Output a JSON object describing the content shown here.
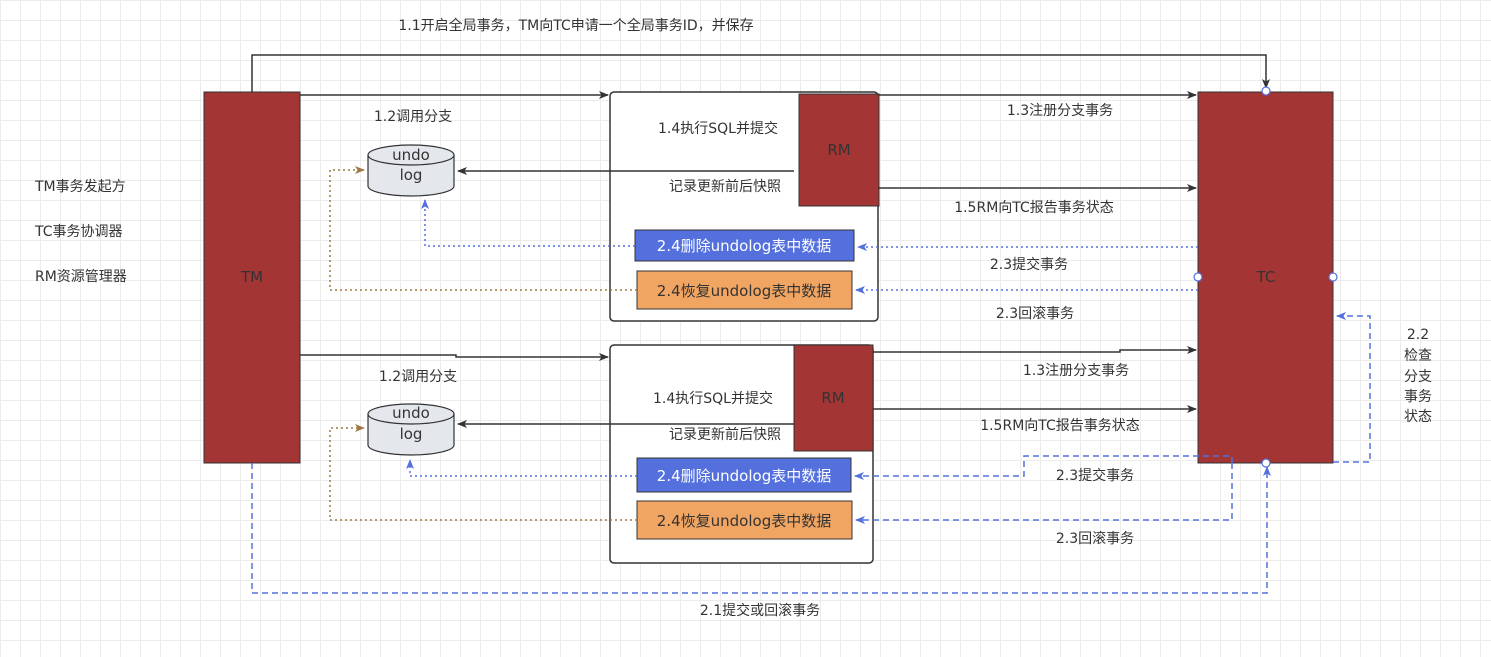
{
  "colors": {
    "dark_red": "#a33535",
    "blue": "#5470dd",
    "orange": "#f1a563",
    "cylinder": "#e4e7eb",
    "brown": "#a07845",
    "line": "#333333"
  },
  "legend": {
    "tm": "TM事务发起方",
    "tc": "TC事务协调器",
    "rm": "RM资源管理器"
  },
  "nodes": {
    "tm": "TM",
    "tc": "TC",
    "rm1": "RM",
    "rm2": "RM",
    "undo1_line1": "undo",
    "undo1_line2": "log",
    "undo2_line1": "undo",
    "undo2_line2": "log"
  },
  "labels": {
    "global_tx": "1.1开启全局事务，TM向TC申请一个全局事务ID，并保存",
    "call_branch_1": "1.2调用分支",
    "call_branch_2": "1.2调用分支",
    "exec_sql_1": "1.4执行SQL并提交",
    "exec_sql_2": "1.4执行SQL并提交",
    "snapshot_1": "记录更新前后快照",
    "snapshot_2": "记录更新前后快照",
    "register_1": "1.3注册分支事务",
    "register_2": "1.3注册分支事务",
    "report_1": "1.5RM向TC报告事务状态",
    "report_2": "1.5RM向TC报告事务状态",
    "commit_1": "2.3提交事务",
    "rollback_1": "2.3回滚事务",
    "commit_2": "2.3提交事务",
    "rollback_2": "2.3回滚事务",
    "delete_1": "2.4删除undolog表中数据",
    "restore_1": "2.4恢复undolog表中数据",
    "delete_2": "2.4删除undolog表中数据",
    "restore_2": "2.4恢复undolog表中数据",
    "check_1": "2.2",
    "check_2": "检查",
    "check_3": "分支",
    "check_4": "事务",
    "check_5": "状态",
    "final": "2.1提交或回滚事务"
  }
}
